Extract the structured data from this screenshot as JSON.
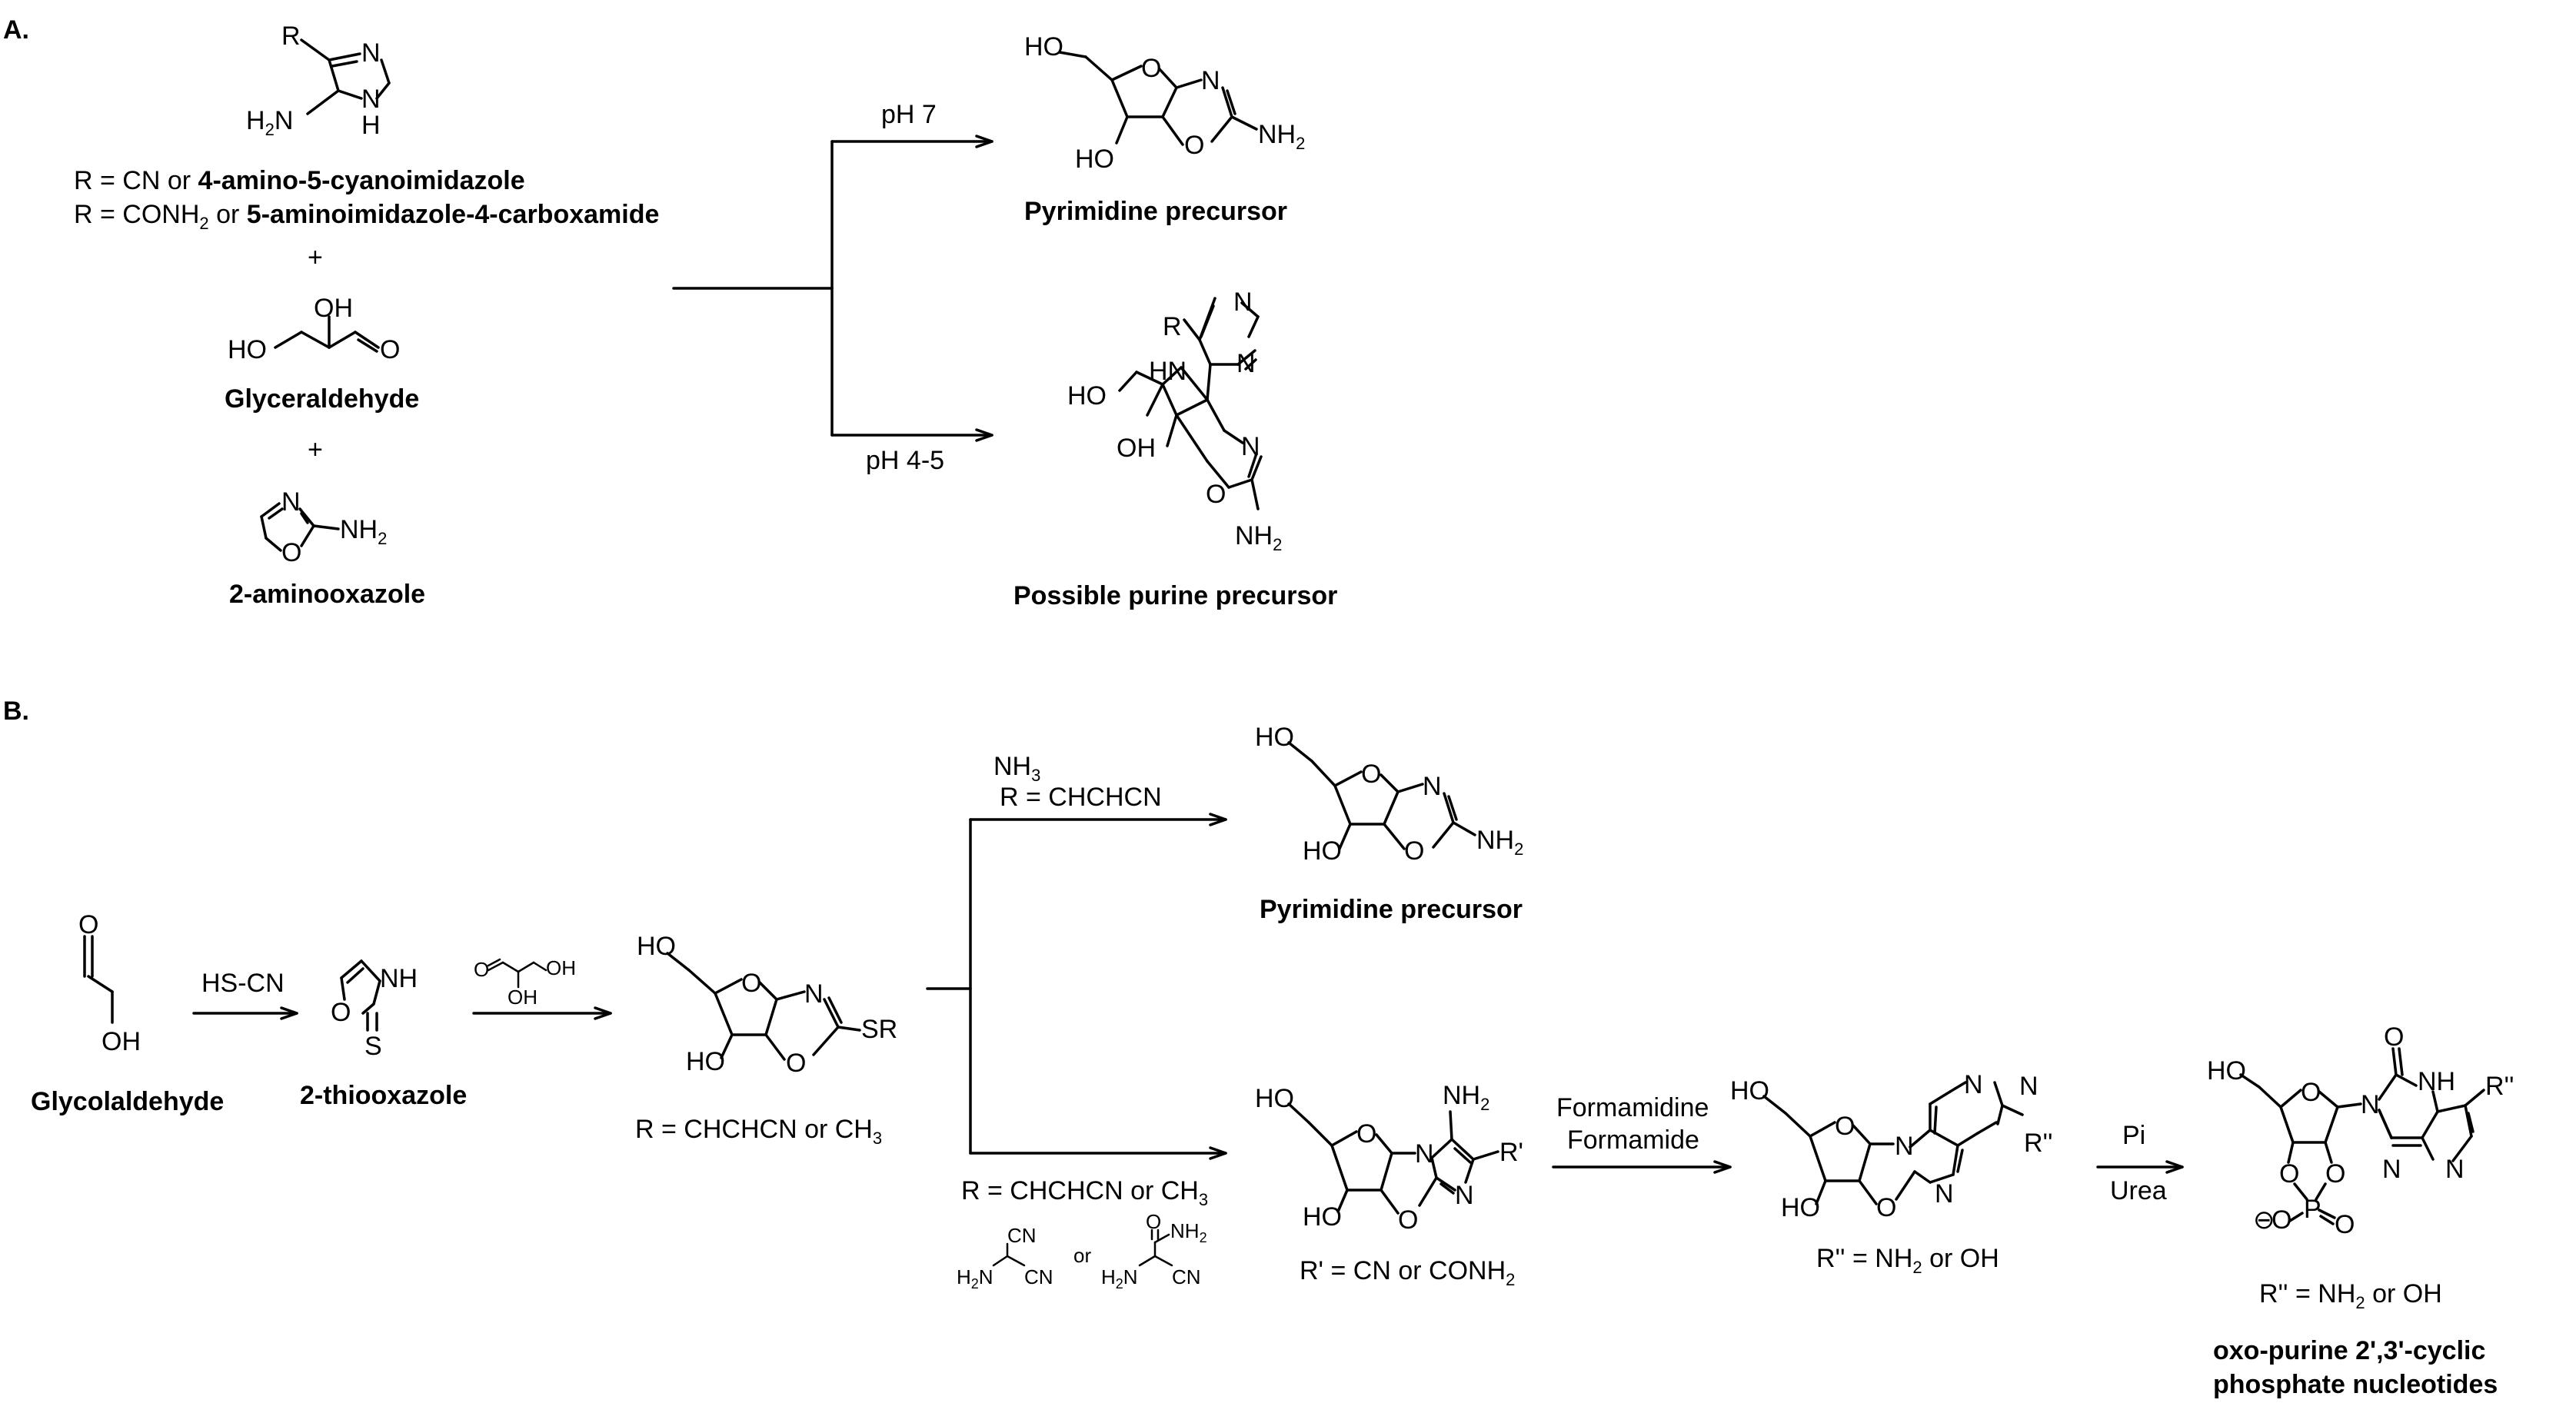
{
  "panel_a": {
    "label": "A.",
    "reactant_r_lines": [
      {
        "plain": "R = CN or ",
        "bold": "4-amino-5-cyanoimidazole"
      },
      {
        "plain_pre": "R = CONH",
        "sub": "2",
        "plain_post": " or ",
        "bold": "5-aminoimidazole-4-carboxamide"
      }
    ],
    "plus": "+",
    "glyceraldehyde_label": "Glyceraldehyde",
    "aminooxazole_label": "2-aminooxazole",
    "condition_top": "pH 7",
    "condition_bottom": "pH 4-5",
    "product_top_label": "Pyrimidine precursor",
    "product_bottom_label": "Possible purine precursor"
  },
  "panel_b": {
    "label": "B.",
    "glycolaldehyde_label": "Glycolaldehyde",
    "reagent_1": "HS-CN",
    "thiooxazole_label": "2-thiooxazole",
    "intermediate_r_text": "R = CHCHCN or CH",
    "intermediate_r_sub": "3",
    "upper_reagent_1": "NH",
    "upper_reagent_1_sub": "3",
    "upper_reagent_2": "R = CHCHCN",
    "upper_product_label": "Pyrimidine precursor",
    "lower_r_text": "R = CHCHCN or CH",
    "lower_r_sub": "3",
    "malononitrile_or": "or",
    "r_prime_text": "R' = CN or CONH",
    "r_prime_sub": "2",
    "reagent_formamidine": "Formamidine",
    "reagent_formamide": "Formamide",
    "r_dprime_text_1": "R'' = NH",
    "r_dprime_sub_1": "2",
    "r_dprime_post_1": " or OH",
    "reagent_pi": "Pi",
    "reagent_urea": "Urea",
    "r_dprime_text_2": "R'' = NH",
    "r_dprime_sub_2": "2",
    "r_dprime_post_2": " or OH",
    "final_label_1": "oxo-purine 2',3'-cyclic",
    "final_label_2": "phosphate nucleotides"
  },
  "atoms": {
    "R": "R",
    "N": "N",
    "H": "H",
    "O": "O",
    "S": "S",
    "P": "P",
    "NH": "NH",
    "HO": "HO",
    "OH": "OH",
    "HN": "HN",
    "NH2": "NH",
    "H2N": "H",
    "two": "2",
    "SR": "SR",
    "R1": "R'",
    "R2": "R''",
    "CN": "CN",
    "theta": "⊖"
  }
}
